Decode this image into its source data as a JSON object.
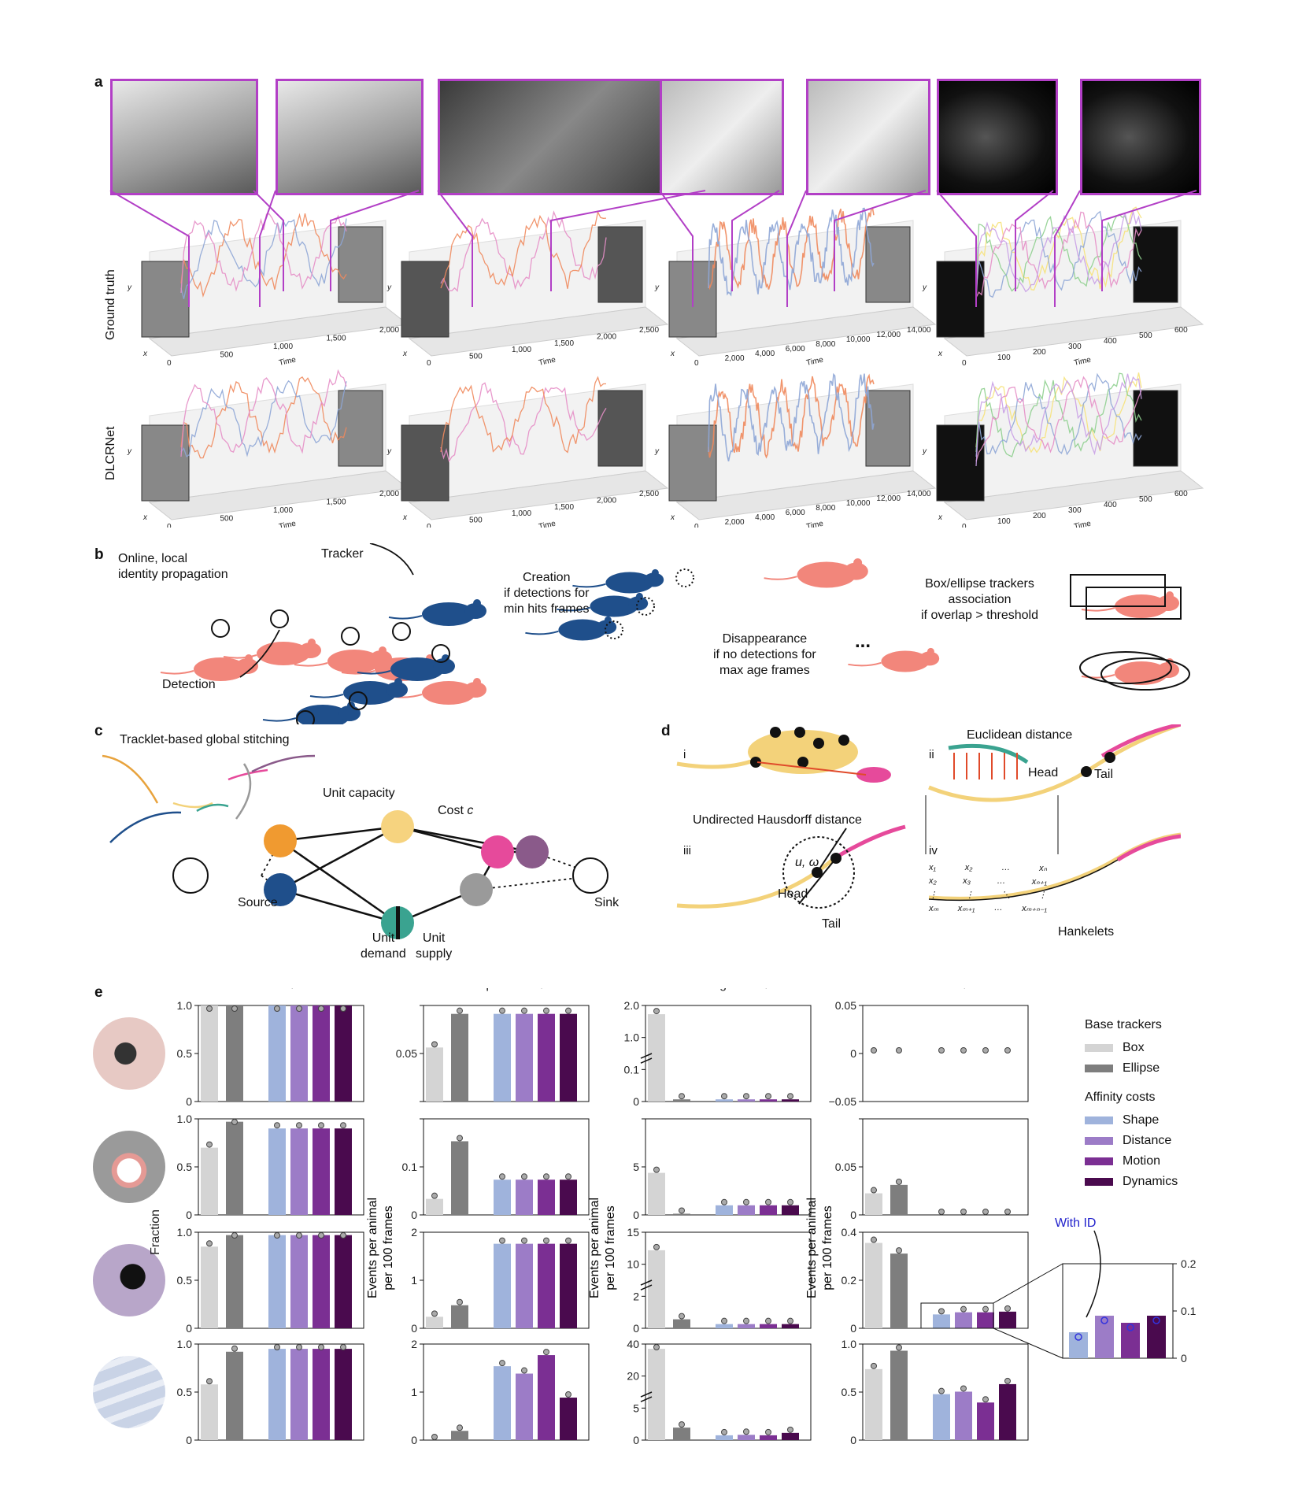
{
  "panels": {
    "a": "a",
    "b": "b",
    "c": "c",
    "d": "d",
    "e": "e"
  },
  "panel_a": {
    "row_labels": [
      "Ground truth",
      "DLCRNet"
    ],
    "axis_y": "y",
    "axis_x": "x",
    "time_label": "Time",
    "datasets": [
      {
        "ticks": [
          "0",
          "500",
          "1,000",
          "1,500",
          "2,000"
        ]
      },
      {
        "ticks": [
          "0",
          "500",
          "1,000",
          "1,500",
          "2,000",
          "2,500"
        ]
      },
      {
        "ticks": [
          "0",
          "2,000",
          "4,000",
          "6,000",
          "8,000",
          "10,000",
          "12,000",
          "14,000"
        ]
      },
      {
        "ticks": [
          "0",
          "100",
          "200",
          "300",
          "400",
          "500",
          "600"
        ]
      }
    ]
  },
  "panel_b": {
    "online_label": "Online, local\nidentity propagation",
    "tracker_label": "Tracker",
    "detection_label": "Detection",
    "creation_label": "Creation\nif detections for\nmin hits frames",
    "disappearance_label": "Disappearance\nif no detections for\nmax age frames",
    "ellipsis": "...",
    "box_label": "Box/ellipse trackers\nassociation\nif overlap > threshold"
  },
  "panel_c": {
    "title": "Tracklet-based global stitching",
    "unit_capacity": "Unit capacity",
    "cost": "Cost",
    "cost_symbol": "c",
    "source": "Source",
    "sink": "Sink",
    "unit_demand": "Unit\ndemand",
    "unit_supply": "Unit\nsupply"
  },
  "panel_d": {
    "i": "i",
    "ii": "ii",
    "iii": "iii",
    "iv": "iv",
    "hausdorff": "Undirected Hausdorff distance",
    "euclidean": "Euclidean distance",
    "head": "Head",
    "tail": "Tail",
    "u_omega": "u, ω",
    "hankelets": "Hankelets",
    "matrix_rows": [
      [
        "x₁",
        "x₂",
        "…",
        "xₙ"
      ],
      [
        "x₂",
        "x₃",
        "…",
        "xₙ₊₁"
      ],
      [
        "⋮",
        "⋮",
        "⋱",
        "⋮"
      ],
      [
        "xₘ",
        "xₘ₊₁",
        "…",
        "xₘ₊ₙ₋₁"
      ]
    ]
  },
  "panel_e": {
    "column_titles": [
      "MOTA",
      "False positives",
      "False negatives",
      "Switches"
    ],
    "column_arrows": [
      "↑",
      "↓",
      "↓",
      "↓"
    ],
    "y_label_fraction": "Fraction",
    "y_label_events": "Events per animal\nper 100 frames",
    "legend": {
      "base_title": "Base trackers",
      "base_items": [
        {
          "label": "Box",
          "color": "#d4d4d4"
        },
        {
          "label": "Ellipse",
          "color": "#7e7e7e"
        }
      ],
      "affinity_title": "Affinity costs",
      "affinity_items": [
        {
          "label": "Shape",
          "color": "#9fb3dc"
        },
        {
          "label": "Distance",
          "color": "#9c7cc7"
        },
        {
          "label": "Motion",
          "color": "#7b2f93"
        },
        {
          "label": "Dynamics",
          "color": "#4a0a4e"
        }
      ]
    },
    "with_id": "With ID",
    "inset_ticks": [
      "0.2",
      "0.1",
      "0"
    ],
    "inset_values": [
      0.055,
      0.09,
      0.075,
      0.09
    ]
  },
  "chart_data": [
    {
      "type": "bar",
      "title": "MOTA",
      "row": 1,
      "categories": [
        "Box",
        "Ellipse",
        "Shape",
        "Distance",
        "Motion",
        "Dynamics"
      ],
      "values": [
        1.0,
        1.0,
        1.0,
        1.0,
        1.0,
        1.0
      ],
      "ylim": [
        0,
        1.0
      ],
      "yticks": [
        "0",
        "0.5",
        "1.0"
      ],
      "ylabel": "Fraction"
    },
    {
      "type": "bar",
      "title": "False positives",
      "row": 1,
      "categories": [
        "Box",
        "Ellipse",
        "Shape",
        "Distance",
        "Motion",
        "Dynamics"
      ],
      "values": [
        0.045,
        0.073,
        0.073,
        0.073,
        0.073,
        0.073
      ],
      "ylim": [
        0,
        0.08
      ],
      "yticks": [
        "",
        "0.05",
        ""
      ]
    },
    {
      "type": "bar",
      "title": "False negatives",
      "row": 1,
      "categories": [
        "Box",
        "Ellipse",
        "Shape",
        "Distance",
        "Motion",
        "Dynamics"
      ],
      "values": [
        2.0,
        0.05,
        0.05,
        0.05,
        0.05,
        0.05
      ],
      "ylim": [
        0,
        2.2
      ],
      "yticks": [
        "0",
        "0.1",
        "1.0",
        "2.0"
      ],
      "broken_axis": true
    },
    {
      "type": "bar",
      "title": "Switches",
      "row": 1,
      "categories": [
        "Box",
        "Ellipse",
        "Shape",
        "Distance",
        "Motion",
        "Dynamics"
      ],
      "values": [
        0,
        0,
        0,
        0,
        0,
        0
      ],
      "ylim": [
        -0.05,
        0.05
      ],
      "yticks": [
        "−0.05",
        "0",
        "0.05"
      ]
    },
    {
      "type": "bar",
      "row": 2,
      "categories": [
        "Box",
        "Ellipse",
        "Shape",
        "Distance",
        "Motion",
        "Dynamics"
      ],
      "values": [
        0.7,
        0.97,
        0.9,
        0.9,
        0.9,
        0.9
      ],
      "ylim": [
        0,
        1.0
      ],
      "yticks": [
        "0",
        "0.5",
        "1.0"
      ],
      "ylabel": "Fraction"
    },
    {
      "type": "bar",
      "row": 2,
      "categories": [
        "Box",
        "Ellipse",
        "Shape",
        "Distance",
        "Motion",
        "Dynamics"
      ],
      "values": [
        0.025,
        0.115,
        0.055,
        0.055,
        0.055,
        0.055
      ],
      "ylim": [
        0,
        0.15
      ],
      "yticks": [
        "0",
        "0.1",
        ""
      ],
      "ylabel": "Events per animal per 100 frames"
    },
    {
      "type": "bar",
      "row": 2,
      "categories": [
        "Box",
        "Ellipse",
        "Shape",
        "Distance",
        "Motion",
        "Dynamics"
      ],
      "values": [
        3.5,
        0.1,
        0.8,
        0.8,
        0.8,
        0.8
      ],
      "ylim": [
        0,
        8
      ],
      "yticks": [
        "0",
        "5",
        ""
      ],
      "ylabel": "Events per animal per 100 frames"
    },
    {
      "type": "bar",
      "row": 2,
      "categories": [
        "Box",
        "Ellipse",
        "Shape",
        "Distance",
        "Motion",
        "Dynamics"
      ],
      "values": [
        0.018,
        0.025,
        0.0,
        0.0,
        0.0,
        0.0
      ],
      "ylim": [
        0,
        0.08
      ],
      "yticks": [
        "0",
        "0.05",
        ""
      ],
      "ylabel": "Events per animal per 100 frames"
    },
    {
      "type": "bar",
      "row": 3,
      "categories": [
        "Box",
        "Ellipse",
        "Shape",
        "Distance",
        "Motion",
        "Dynamics"
      ],
      "values": [
        0.85,
        0.97,
        0.97,
        0.97,
        0.97,
        0.97
      ],
      "ylim": [
        0,
        1.0
      ],
      "yticks": [
        "0",
        "0.5",
        "1.0"
      ],
      "ylabel": "Fraction"
    },
    {
      "type": "bar",
      "row": 3,
      "categories": [
        "Box",
        "Ellipse",
        "Shape",
        "Distance",
        "Motion",
        "Dynamics"
      ],
      "values": [
        0.3,
        0.6,
        2.2,
        2.2,
        2.2,
        2.2
      ],
      "ylim": [
        0,
        2.5
      ],
      "yticks": [
        "0",
        "1",
        "2"
      ]
    },
    {
      "type": "bar",
      "row": 3,
      "categories": [
        "Box",
        "Ellipse",
        "Shape",
        "Distance",
        "Motion",
        "Dynamics"
      ],
      "values": [
        13,
        1.5,
        0.7,
        0.7,
        0.7,
        0.7
      ],
      "ylim": [
        0,
        16
      ],
      "yticks": [
        "0",
        "2",
        "10",
        "15"
      ],
      "broken_axis": true
    },
    {
      "type": "bar",
      "row": 3,
      "categories": [
        "Box",
        "Ellipse",
        "Shape",
        "Distance",
        "Motion",
        "Dynamics"
      ],
      "values": [
        0.4,
        0.35,
        0.065,
        0.075,
        0.075,
        0.078
      ],
      "ylim": [
        0,
        0.45
      ],
      "yticks": [
        "0",
        "0.2",
        "0.4"
      ]
    },
    {
      "type": "bar",
      "row": 4,
      "categories": [
        "Box",
        "Ellipse",
        "Shape",
        "Distance",
        "Motion",
        "Dynamics"
      ],
      "values": [
        0.58,
        0.92,
        0.95,
        0.95,
        0.95,
        0.95
      ],
      "ylim": [
        0,
        1.0
      ],
      "yticks": [
        "0",
        "0.5",
        "1.0"
      ],
      "ylabel": "Fraction"
    },
    {
      "type": "bar",
      "row": 4,
      "categories": [
        "Box",
        "Ellipse",
        "Shape",
        "Distance",
        "Motion",
        "Dynamics"
      ],
      "values": [
        0.0,
        0.25,
        2.0,
        1.8,
        2.3,
        1.15
      ],
      "ylim": [
        0,
        2.6
      ],
      "yticks": [
        "0",
        "1",
        "2"
      ]
    },
    {
      "type": "bar",
      "row": 4,
      "categories": [
        "Box",
        "Ellipse",
        "Shape",
        "Distance",
        "Motion",
        "Dynamics"
      ],
      "values": [
        38,
        5.2,
        2.0,
        2.2,
        2.0,
        3.0
      ],
      "ylim": [
        0,
        40
      ],
      "yticks": [
        "0",
        "5",
        "20",
        "40"
      ],
      "broken_axis": true
    },
    {
      "type": "bar",
      "row": 4,
      "categories": [
        "Box",
        "Ellipse",
        "Shape",
        "Distance",
        "Motion",
        "Dynamics"
      ],
      "values": [
        0.85,
        1.07,
        0.55,
        0.58,
        0.45,
        0.67
      ],
      "ylim": [
        0,
        1.15
      ],
      "yticks": [
        "0",
        "0.5",
        "1.0"
      ]
    }
  ]
}
